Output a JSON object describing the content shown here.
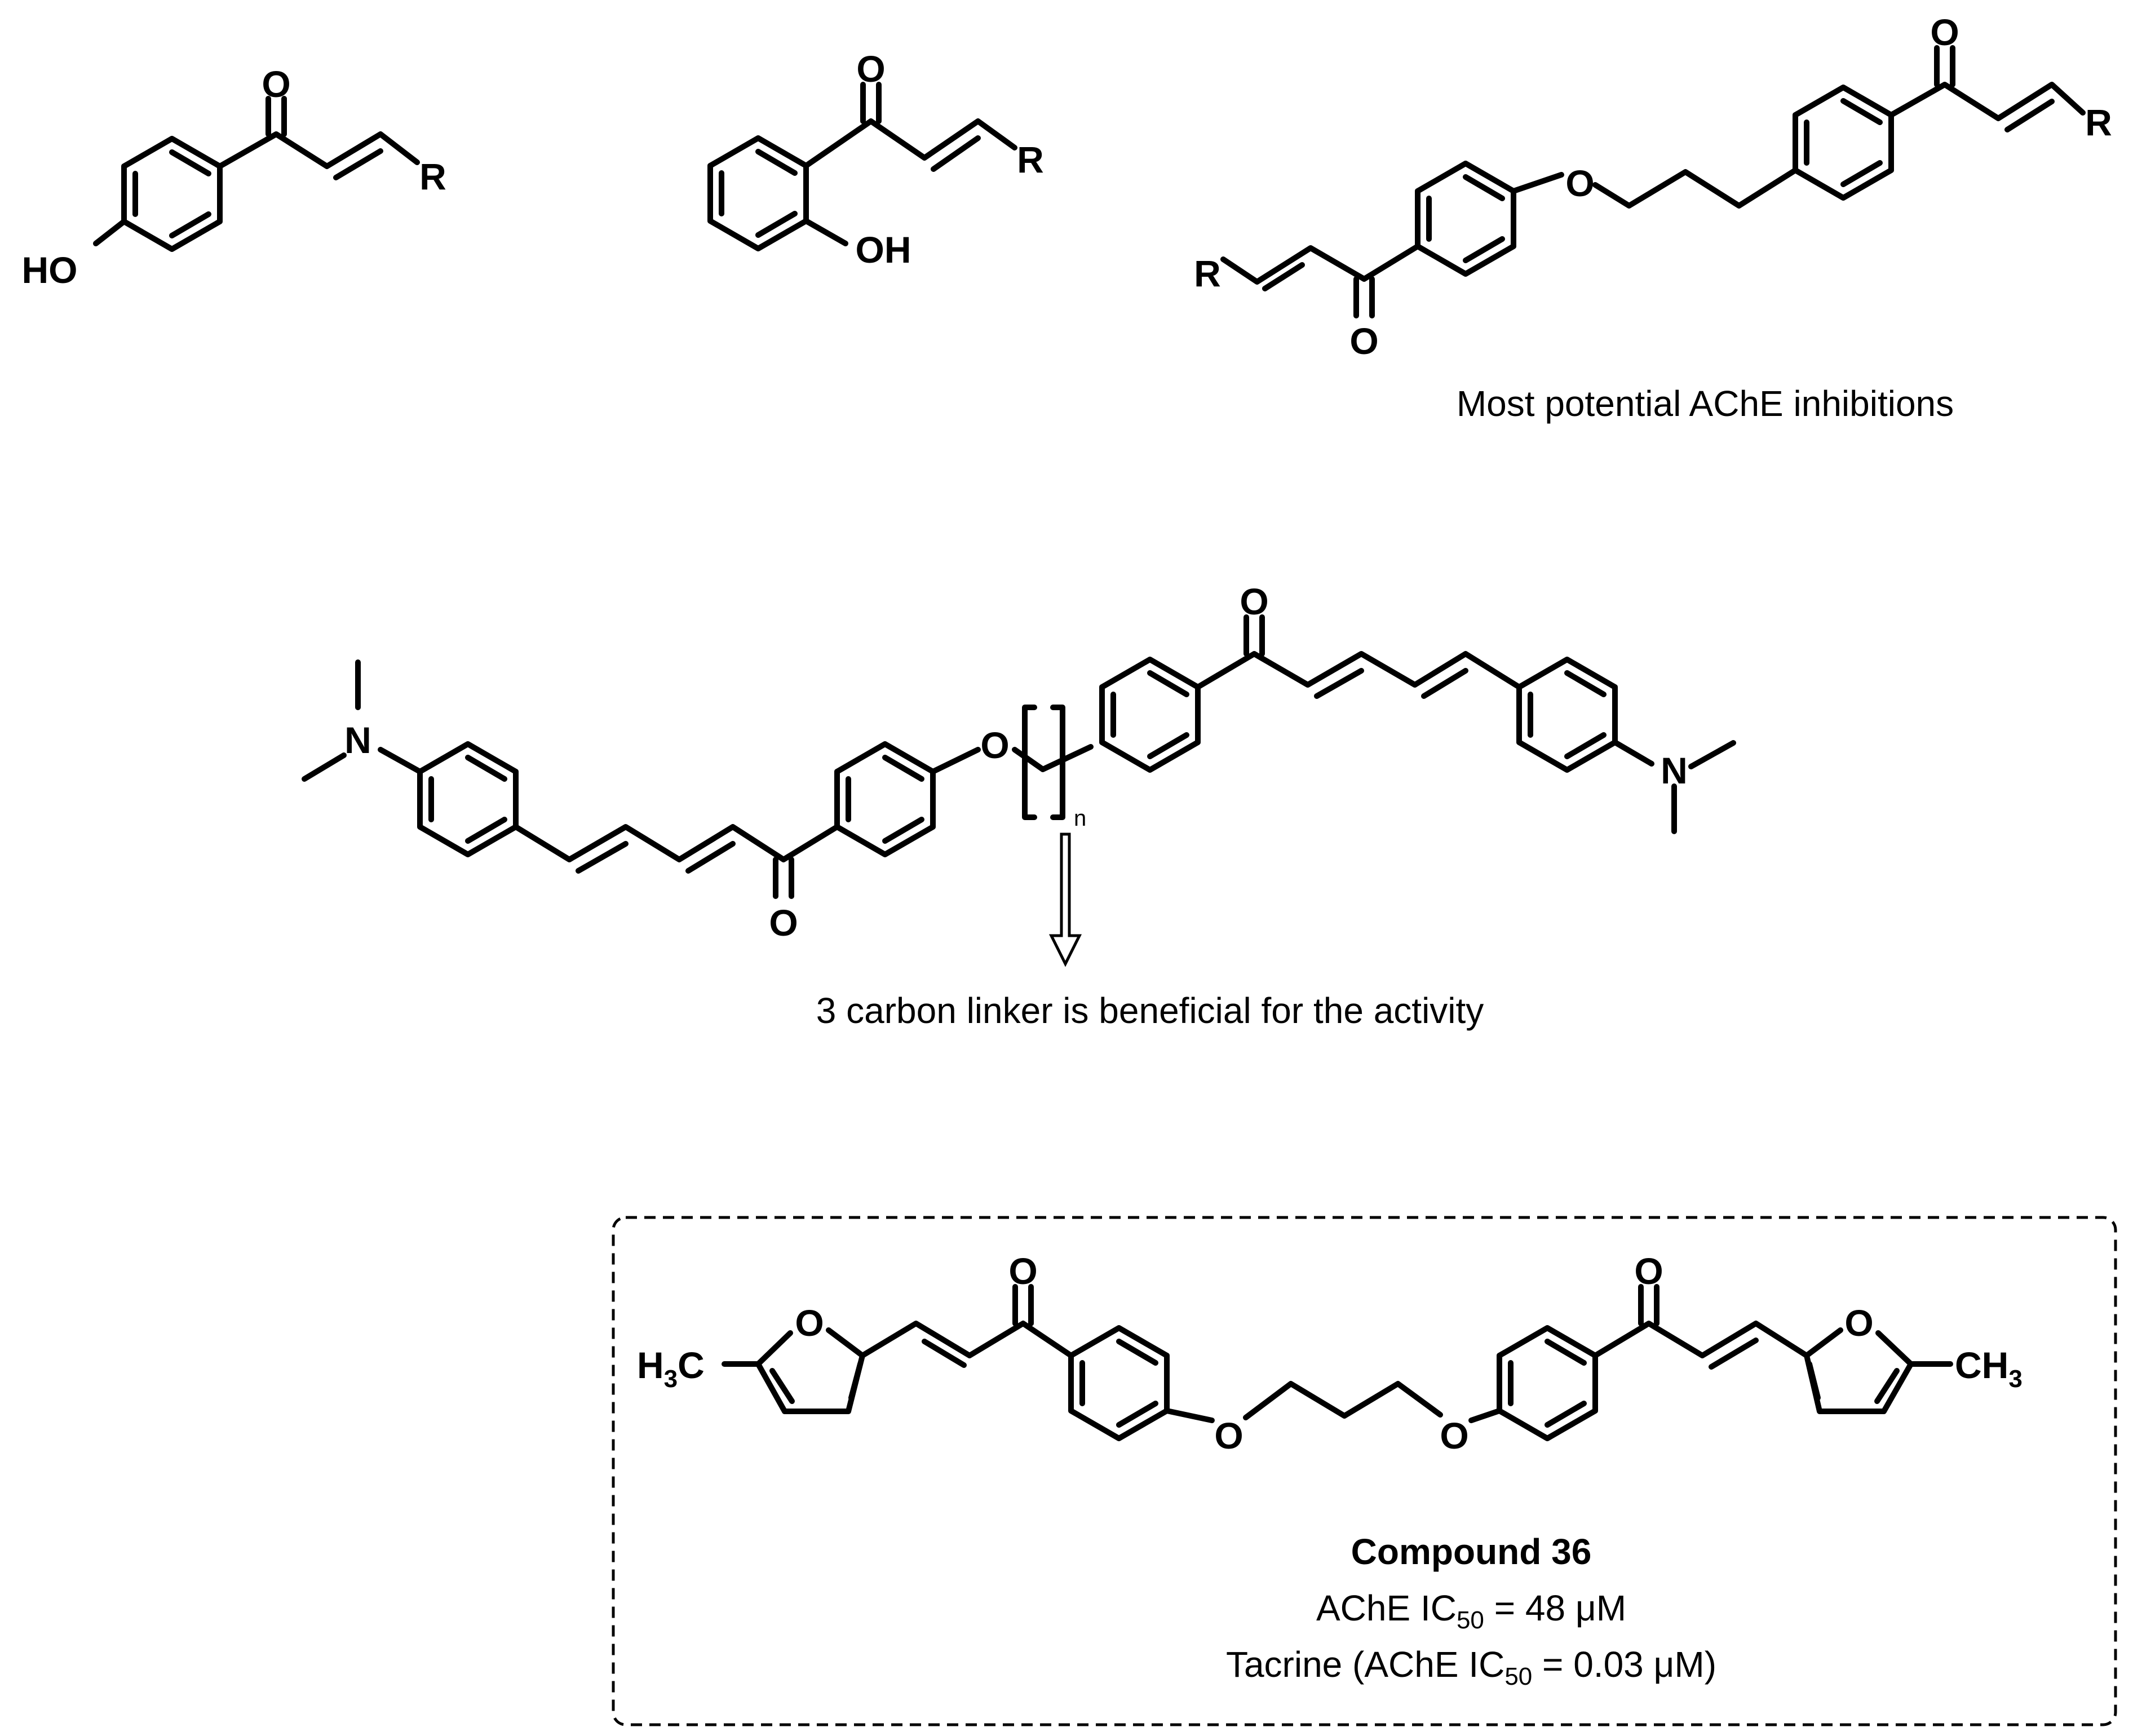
{
  "atoms": {
    "oxygen": "O",
    "hydroxyl_right": "OH",
    "hydroxyl_left": "HO",
    "r_group": "R",
    "nitrogen": "N",
    "methyl_h": "H",
    "methyl_c": "C",
    "methyl_h_count": "3",
    "methyl_ch3": "CH",
    "repeat_n": "n"
  },
  "captions": {
    "potent_note": "Most potential AChE inhibitions",
    "linker_note": "3 carbon linker is beneficial for the activity"
  },
  "compound_box": {
    "name": "Compound 36",
    "ic50_prefix": "AChE IC",
    "ic50_sub": "50",
    "ic50_value": " = 48 μM",
    "tacrine_prefix": "Tacrine (AChE IC",
    "tacrine_sub": "50",
    "tacrine_value": " = 0.03 μM)"
  }
}
